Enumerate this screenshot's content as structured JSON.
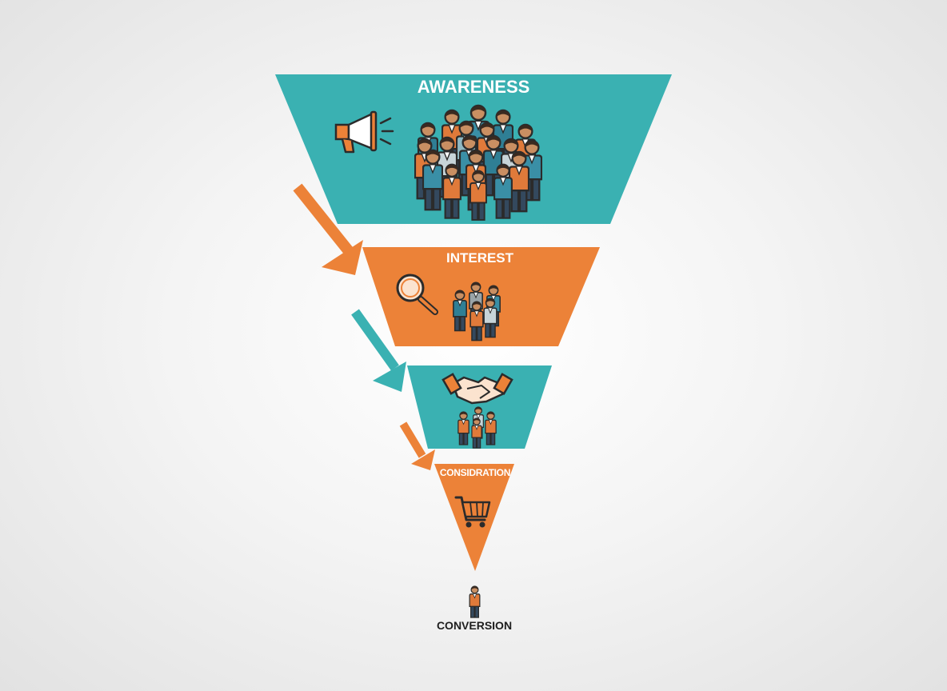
{
  "colors": {
    "teal": "#3ab1b2",
    "orange": "#ec8238",
    "label_light": "#ffffff",
    "label_dark": "#1e1e1e",
    "outline": "#2b2b2b"
  },
  "stages": [
    {
      "label": "AWARENESS",
      "color": "teal",
      "icon": "megaphone-icon"
    },
    {
      "label": "INTEREST",
      "color": "orange",
      "icon": "magnifier-icon"
    },
    {
      "label": "",
      "color": "teal",
      "icon": "handshake-icon"
    },
    {
      "label": "CONSIDRATION",
      "color": "orange",
      "icon": "shopping-cart-icon"
    }
  ],
  "conversion": {
    "label": "CONVERSION",
    "icon": "person-icon"
  }
}
